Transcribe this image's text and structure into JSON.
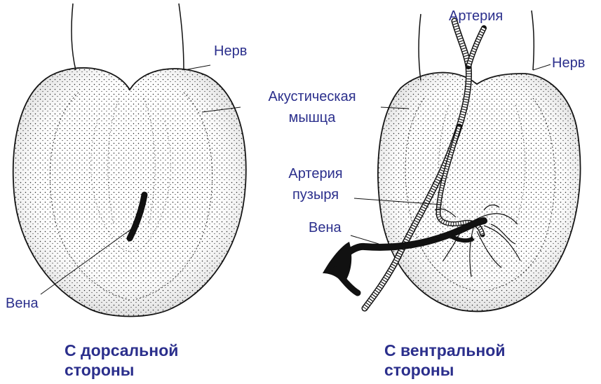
{
  "labels": {
    "artery_top": "Артерия",
    "nerve_left": "Нерв",
    "nerve_right": "Нерв",
    "acoustic_muscle": "Акустическая мышца",
    "bladder_artery": "Артерия пузыря",
    "vein_right": "Вена",
    "vein_left": "Вена"
  },
  "captions": {
    "dorsal": "С дорсальной стороны",
    "ventral": "С вентральной стороны"
  },
  "colors": {
    "label_text": "#2b2f8c",
    "drawing": "#111111"
  }
}
